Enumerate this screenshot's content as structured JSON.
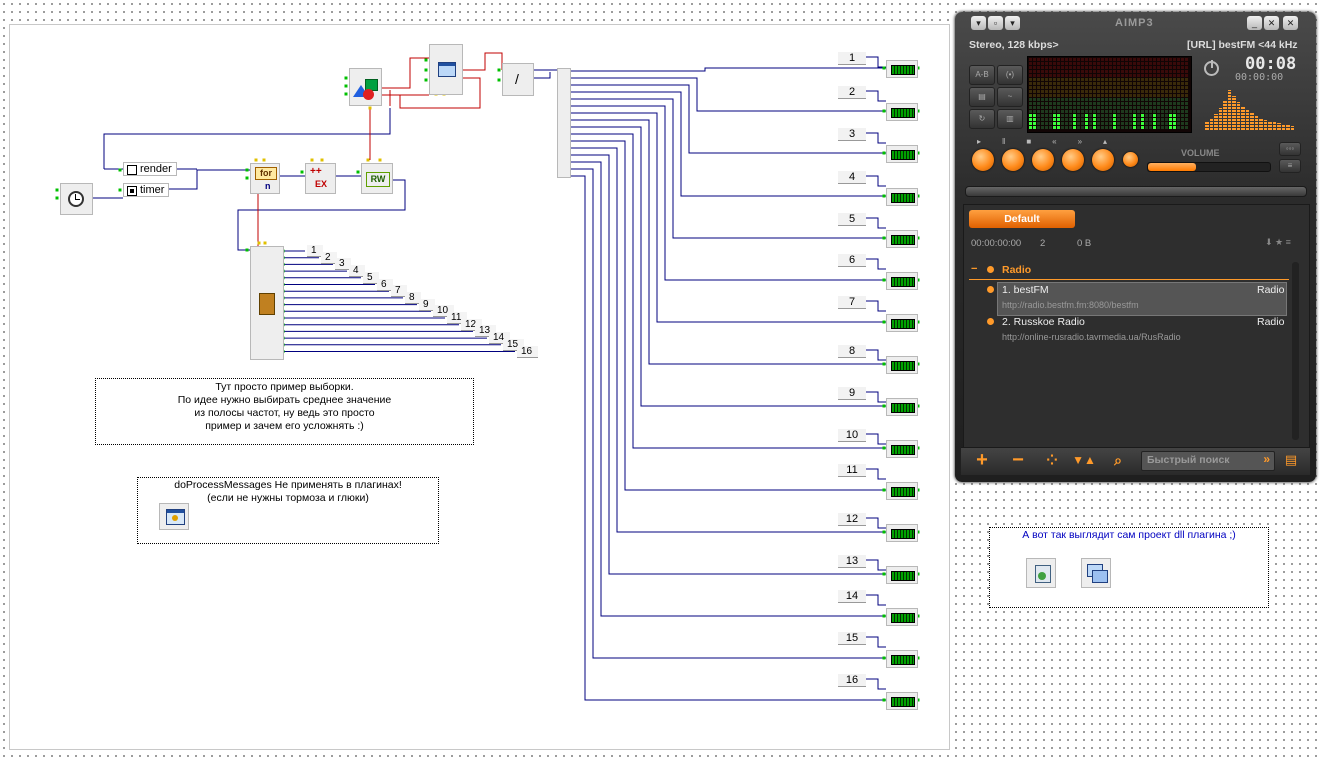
{
  "scheme": {
    "render_label": "render",
    "timer_label": "timer",
    "for_label": "for",
    "for_sub": "n",
    "ex_label": "EX",
    "rw_label": "RW",
    "div_label": "/",
    "indexes": [
      "1",
      "2",
      "3",
      "4",
      "5",
      "6",
      "7",
      "8",
      "9",
      "10",
      "11",
      "12",
      "13",
      "14",
      "15",
      "16"
    ],
    "comment1": [
      "Тут просто пример выборки.",
      "По идее нужно выбирать среднее значение",
      "из полосы частот, ну ведь это просто",
      "пример и зачем его усложнять :)"
    ],
    "comment2": [
      "doProcessMessages Не применять в плагинах!",
      "(если не нужны тормоза и глюки)"
    ],
    "comment3": "А вот так выглядит сам проект dll плагина ;)",
    "wire_color": "#00007f",
    "link_color": "#c00000"
  },
  "aimp": {
    "logo": "AIMP3",
    "title_buttons": [
      "▾",
      "▫",
      "▾",
      "_",
      "✕",
      "✕"
    ],
    "info_left": "Stereo, 128 kbps>",
    "info_right": "[URL] bestFM <44 kHz",
    "time_main": "00:08",
    "time_sub": "00:00:00",
    "volume_label": "VOLUME",
    "playlist_tab": "Default",
    "stats_time": "00:00:00:00",
    "stats_count": "2",
    "stats_size": "0 B",
    "group_name": "Radio",
    "tracks": [
      {
        "title": "1. bestFM",
        "genre": "Radio",
        "url": "http://radio.bestfm.fm:8080/bestfm"
      },
      {
        "title": "2. Russkoe Radio",
        "genre": "Radio",
        "url": "http://online-rusradio.tavrmedia.ua/RusRadio"
      }
    ],
    "search_placeholder": "Быстрый поиск",
    "accent": "#ff8a1a"
  }
}
